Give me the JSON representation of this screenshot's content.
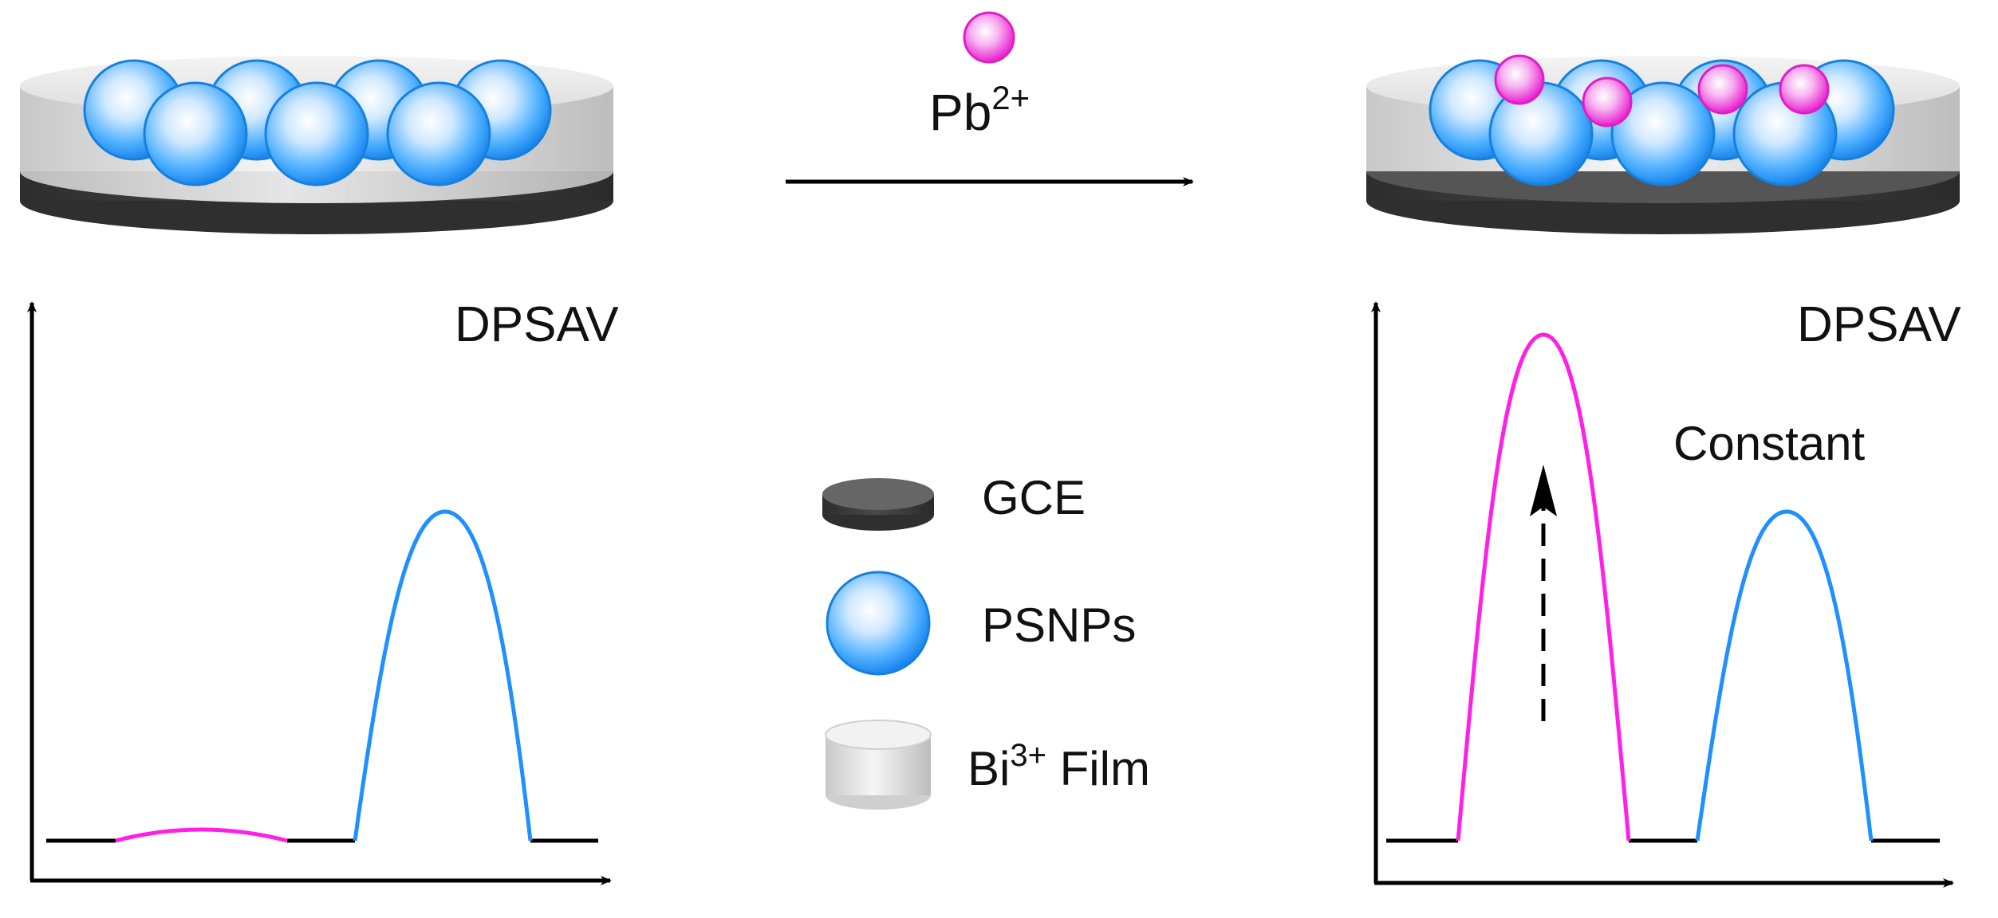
{
  "reaction": {
    "ion_base": "Pb",
    "ion_charge": "2+"
  },
  "left_panel": {
    "technique": "DPSAV"
  },
  "right_panel": {
    "technique": "DPSAV",
    "annotation": "Constant"
  },
  "legend": {
    "items": [
      {
        "icon": "gce-disk-icon",
        "label": "GCE"
      },
      {
        "icon": "psnp-sphere-icon",
        "label": "PSNPs"
      },
      {
        "icon": "bi-film-cylinder-icon",
        "label_base": "Bi",
        "label_charge": "3+",
        "label_rest": " Film"
      }
    ]
  },
  "colors": {
    "pb_signal": "#ff20e8",
    "psnp_signal": "#1e90ff",
    "electrode": "#3a3a3a",
    "film": "#d9d9d9",
    "sphere": "#2f9cf2",
    "ion": "#f27de6"
  }
}
